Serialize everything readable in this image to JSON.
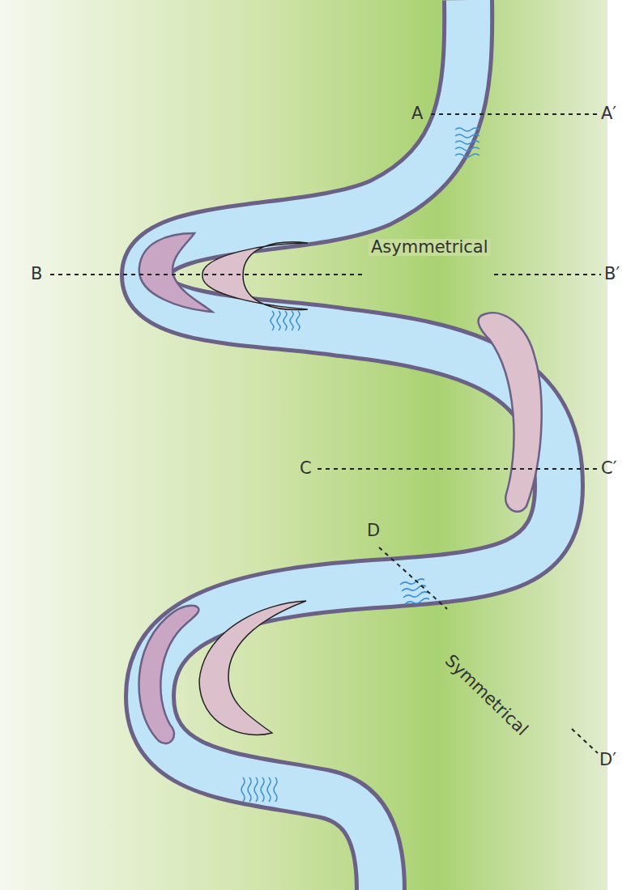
{
  "diagram": {
    "labels": [
      "A",
      "A′",
      "B",
      "B′",
      "Asymmetrical",
      "C",
      "C′",
      "D",
      "D′",
      "Symmetrical"
    ]
  }
}
